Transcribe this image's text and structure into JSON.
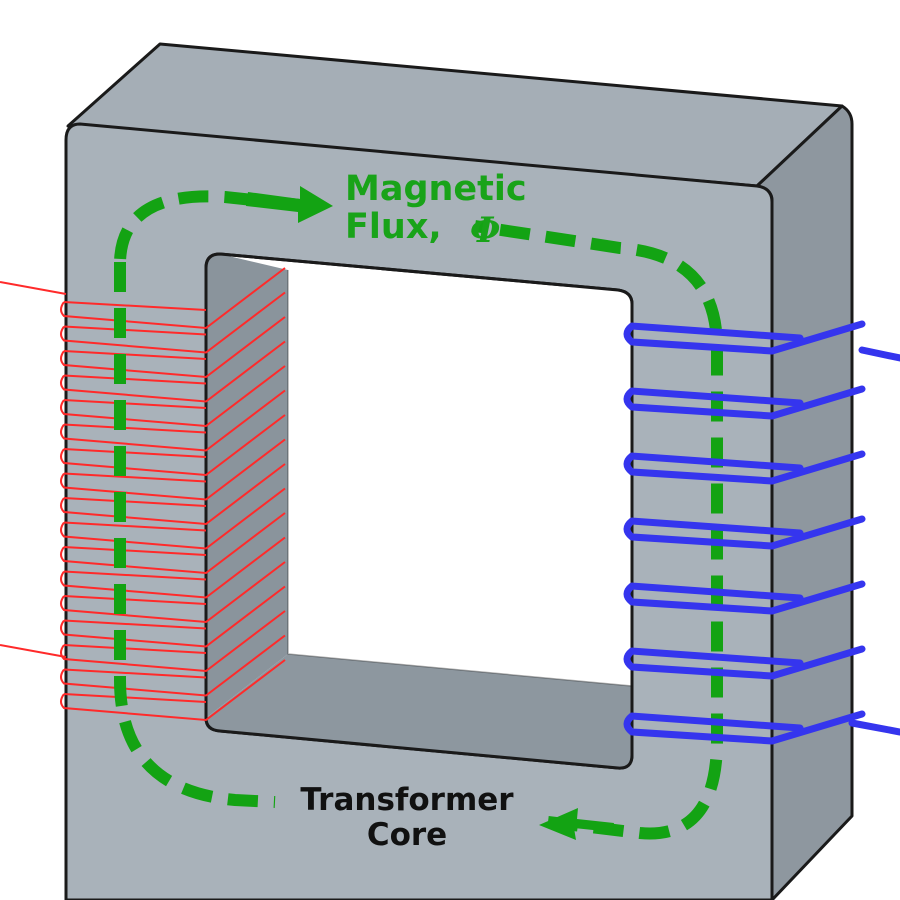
{
  "diagram": {
    "flux_label_line1": "Magnetic",
    "flux_label_line2": "Flux,",
    "flux_symbol": "Φ",
    "core_label_line1": "Transformer",
    "core_label_line2": "Core"
  },
  "components": {
    "primary_winding": {
      "color": "#ff2a2a",
      "turns": 17
    },
    "secondary_winding": {
      "color": "#3535ee",
      "turns": 7
    },
    "flux_path": {
      "color": "#13a313",
      "style": "dashed",
      "direction": "clockwise"
    },
    "core": {
      "front_color": "#a9b2ba",
      "side_color": "#8d979f",
      "outline_color": "#1a1a1a"
    }
  }
}
